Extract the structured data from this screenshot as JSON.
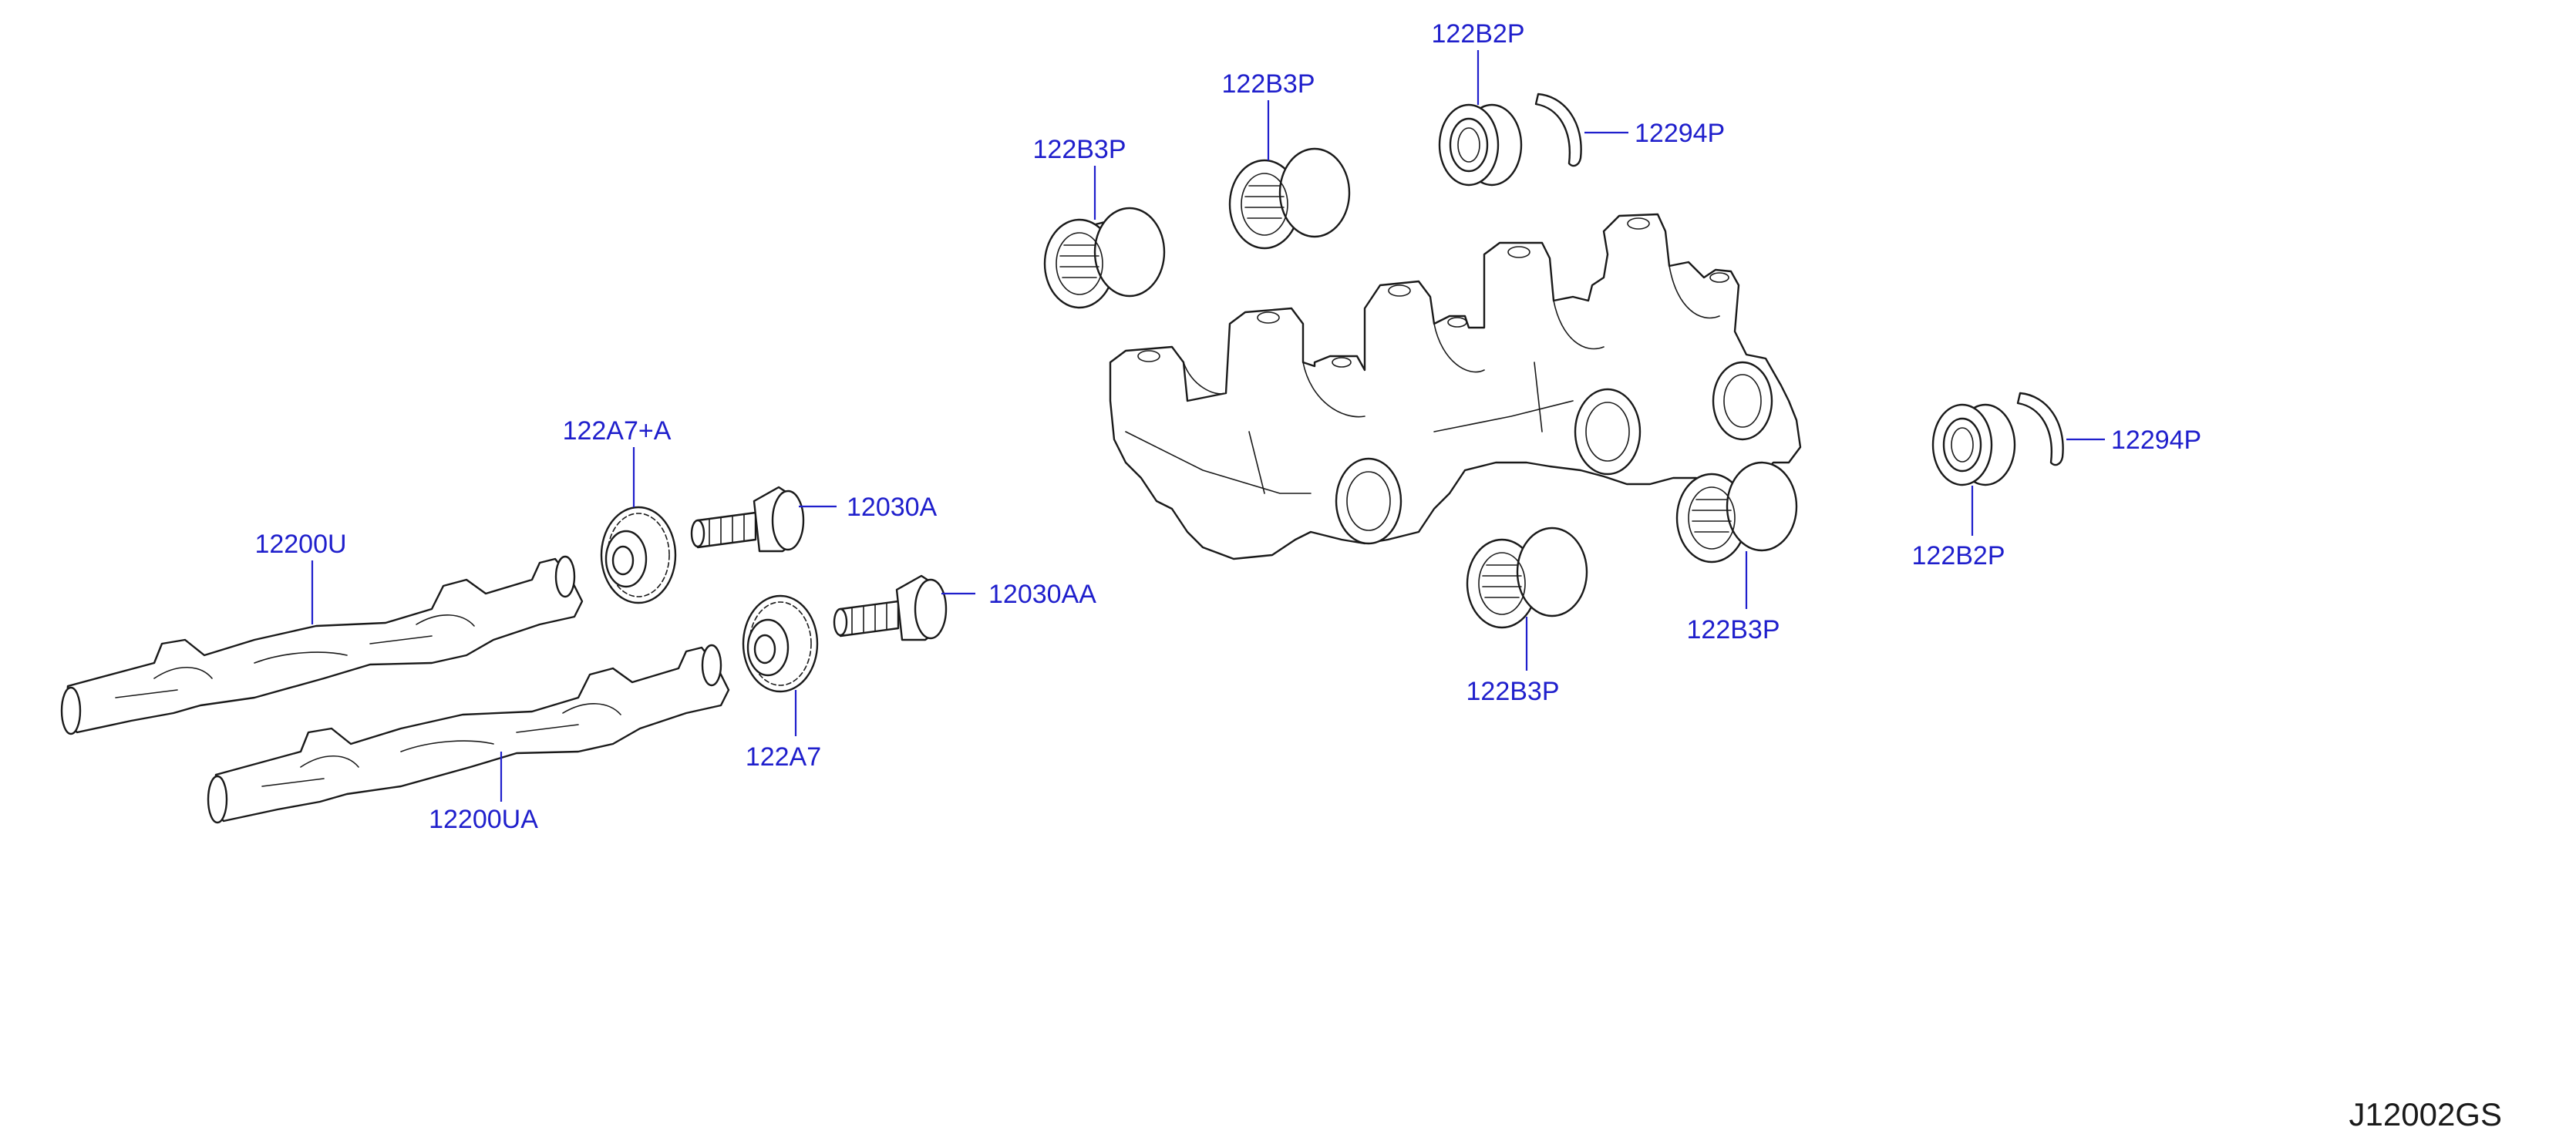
{
  "diagram_id": "J12002GS",
  "colors": {
    "label": "#1f1fcc",
    "leader": "#1f1fcc",
    "linework": "#1a1a1a",
    "id_text": "#1a1a1a"
  },
  "callouts": {
    "c01": {
      "part": "122B2P"
    },
    "c02": {
      "part": "122B3P"
    },
    "c03": {
      "part": "12294P"
    },
    "c04": {
      "part": "122B3P"
    },
    "c05": {
      "part": "122A7+A"
    },
    "c06": {
      "part": "12030A"
    },
    "c07": {
      "part": "12200U"
    },
    "c08": {
      "part": "12030AA"
    },
    "c09": {
      "part": "122A7"
    },
    "c10": {
      "part": "12200UA"
    },
    "c11": {
      "part": "12294P"
    },
    "c12": {
      "part": "122B2P"
    },
    "c13": {
      "part": "122B3P"
    },
    "c14": {
      "part": "122B3P"
    }
  }
}
